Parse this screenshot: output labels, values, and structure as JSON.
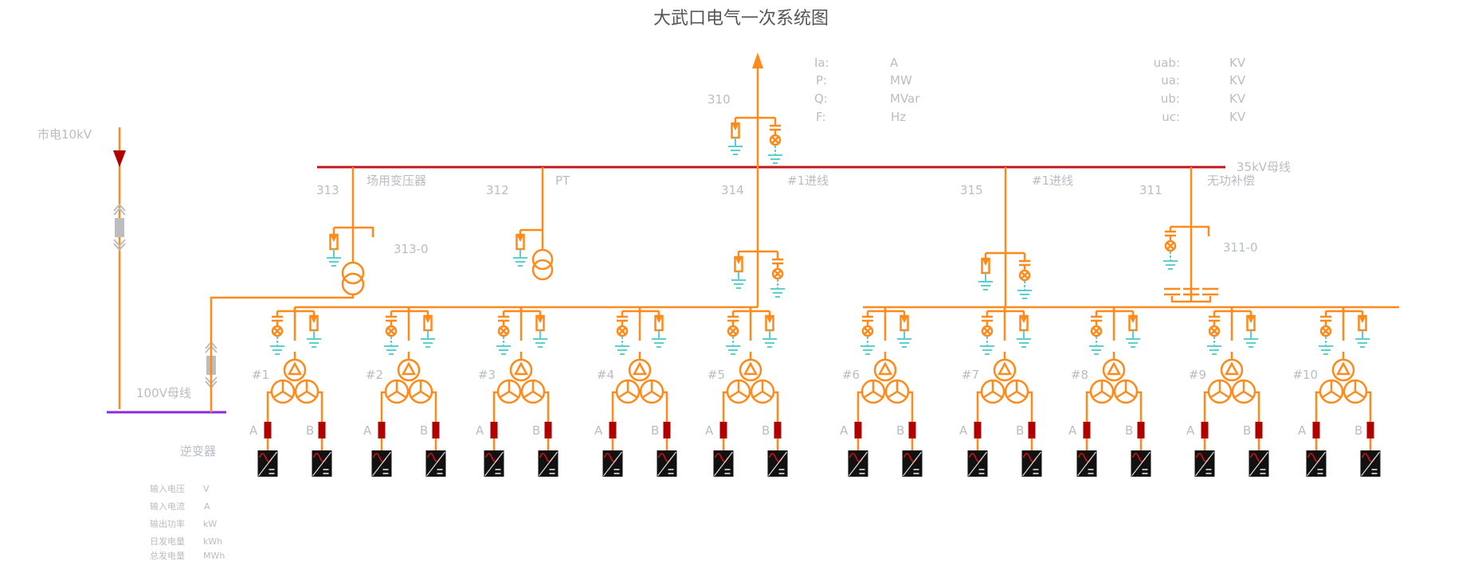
{
  "title": "大武口电气一次系统图",
  "colors": {
    "line": "#ff8a1c",
    "bus35kv": "#c0171c",
    "bus100v": "#8a2be2",
    "ground": "#5ccfcf",
    "fuse": "#b00000",
    "switch": "#bdbdbd"
  },
  "source": {
    "label": "市电10kV"
  },
  "bus35": {
    "label": "35kV母线"
  },
  "bus100": {
    "label": "100V母线"
  },
  "feeders": {
    "f310": {
      "no": "310"
    },
    "f313": {
      "no": "313",
      "name": "场用变压器",
      "sub": "313-0"
    },
    "f312": {
      "no": "312",
      "name": "PT"
    },
    "f314": {
      "no": "314",
      "name": "#1进线"
    },
    "f315": {
      "no": "315",
      "name": "#1进线"
    },
    "f311": {
      "no": "311",
      "name": "无功补偿",
      "sub": "311-0"
    }
  },
  "meters_left": [
    {
      "label": "Ia:",
      "unit": "A"
    },
    {
      "label": "P:",
      "unit": "MW"
    },
    {
      "label": "Q:",
      "unit": "MVar"
    },
    {
      "label": "F:",
      "unit": "Hz"
    }
  ],
  "meters_right": [
    {
      "label": "uab:",
      "unit": "KV"
    },
    {
      "label": "ua:",
      "unit": "KV"
    },
    {
      "label": "ub:",
      "unit": "KV"
    },
    {
      "label": "uc:",
      "unit": "KV"
    }
  ],
  "inverter_label": "逆变器",
  "inverter_stats": [
    {
      "label": "输入电压",
      "unit": "V"
    },
    {
      "label": "输入电流",
      "unit": "A"
    },
    {
      "label": "输出功率",
      "unit": "kW"
    },
    {
      "label": "日发电量",
      "unit": "kWh"
    },
    {
      "label": "总发电量",
      "unit": "MWh"
    }
  ],
  "units": [
    {
      "label": "#1",
      "a": "A",
      "b": "B"
    },
    {
      "label": "#2",
      "a": "A",
      "b": "B"
    },
    {
      "label": "#3",
      "a": "A",
      "b": "B"
    },
    {
      "label": "#4",
      "a": "A",
      "b": "B"
    },
    {
      "label": "#5",
      "a": "A",
      "b": "B"
    },
    {
      "label": "#6",
      "a": "A",
      "b": "B"
    },
    {
      "label": "#7",
      "a": "A",
      "b": "B"
    },
    {
      "label": "#8",
      "a": "A",
      "b": "B"
    },
    {
      "label": "#9",
      "a": "A",
      "b": "B"
    },
    {
      "label": "#10",
      "a": "A",
      "b": "B"
    }
  ]
}
